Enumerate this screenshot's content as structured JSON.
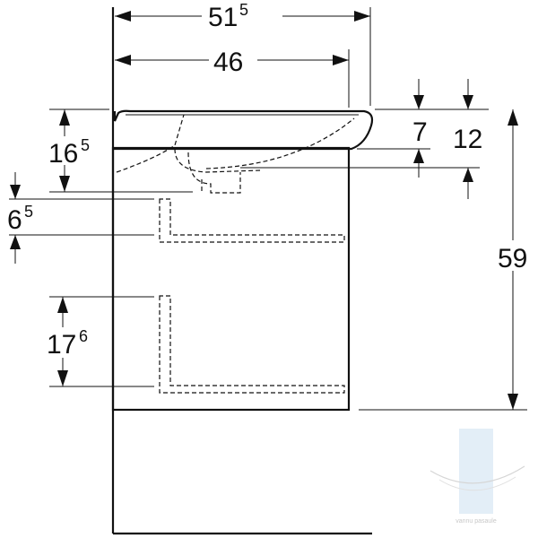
{
  "dimensions": {
    "overall_depth": {
      "main": "51",
      "sup": "5"
    },
    "basin_depth": {
      "main": "46",
      "sup": ""
    },
    "rim_height_left": {
      "main": "16",
      "sup": "5"
    },
    "rim_thickness": {
      "main": "7",
      "sup": ""
    },
    "rim_to_bottom": {
      "main": "12",
      "sup": ""
    },
    "drawer_gap": {
      "main": "6",
      "sup": "5"
    },
    "cabinet_height": {
      "main": "59",
      "sup": ""
    },
    "drawer_height": {
      "main": "17",
      "sup": "6"
    }
  },
  "watermark": {
    "text": "vannu pasaule"
  }
}
